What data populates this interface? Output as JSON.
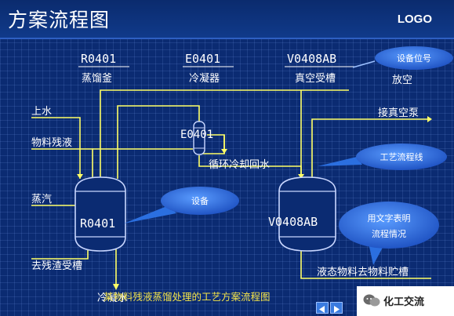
{
  "header": {
    "title": "方案流程图",
    "logo": "LOGO"
  },
  "equipment": {
    "r0401": {
      "tag": "R0401",
      "name": "蒸馏釜",
      "body_label": "R0401"
    },
    "e0401": {
      "tag": "E0401",
      "name": "冷凝器",
      "body_label": "E0401"
    },
    "v0408": {
      "tag": "V0408AB",
      "name": "真空受槽",
      "body_label": "V0408AB"
    }
  },
  "streams": {
    "water_in": "上水",
    "residue_feed": "物料残液",
    "steam": "蒸汽",
    "residue_out": "去残渣受槽",
    "condensate": "冷凝水",
    "vent": "放空",
    "vacuum": "接真空泵",
    "cooling_return": "循环冷却回水",
    "liquid_product": "液态物料去物料贮槽"
  },
  "callouts": {
    "tag": "设备位号",
    "process_line": "工艺流程线",
    "equipment": "设备",
    "text_note_line1": "用文字表明",
    "text_note_line2": "流程情况"
  },
  "caption": "某物料残液蒸馏处理的工艺方案流程图",
  "watermark": {
    "text": "化工交流"
  },
  "colors": {
    "line": "#ffff66",
    "equipment": "#c8d6ff",
    "text": "#ffffff",
    "bubble": "#2b6fe0"
  }
}
